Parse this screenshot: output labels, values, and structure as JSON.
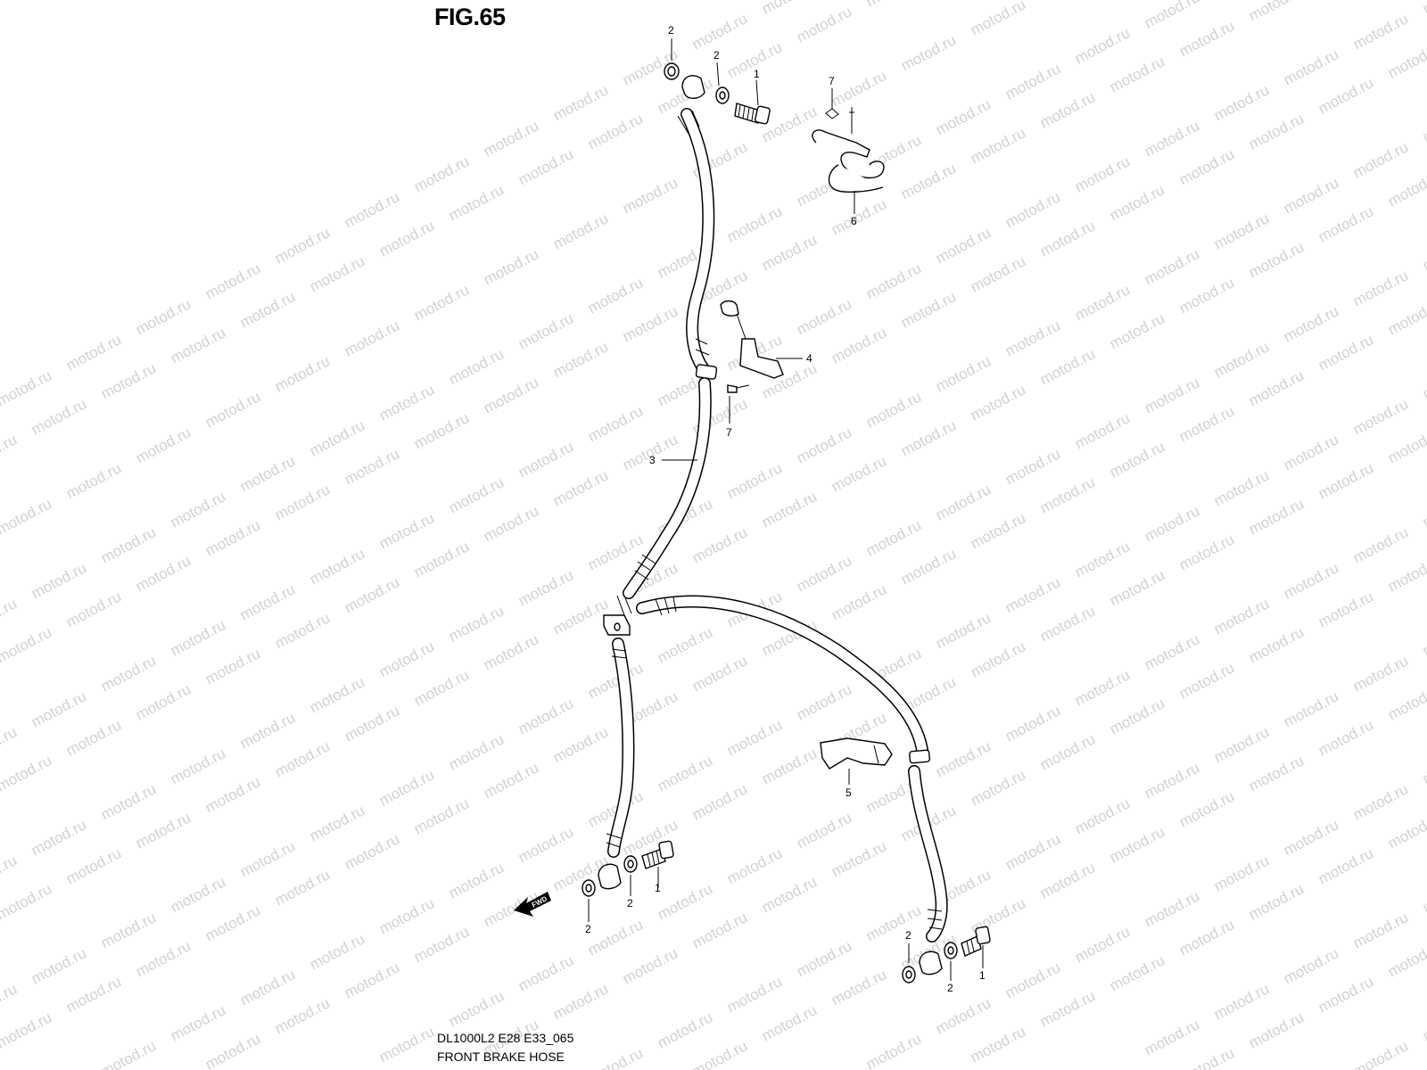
{
  "figure": {
    "title": "FIG.65",
    "drawing_code": "DL1000L2 E28 E33_065",
    "drawing_name": "FRONT BRAKE HOSE"
  },
  "watermark": {
    "text": "motod.ru",
    "color": "#d2d2d2"
  },
  "direction_arrow": {
    "label": "FWD"
  },
  "callouts": [
    {
      "id": "c-2a",
      "num": "2"
    },
    {
      "id": "c-2b",
      "num": "2"
    },
    {
      "id": "c-1a",
      "num": "1"
    },
    {
      "id": "c-7a",
      "num": "7"
    },
    {
      "id": "c-6",
      "num": "6"
    },
    {
      "id": "c-4",
      "num": "4"
    },
    {
      "id": "c-7b",
      "num": "7"
    },
    {
      "id": "c-3",
      "num": "3"
    },
    {
      "id": "c-5",
      "num": "5"
    },
    {
      "id": "c-2c",
      "num": "2"
    },
    {
      "id": "c-2d",
      "num": "2"
    },
    {
      "id": "c-1b",
      "num": "1"
    },
    {
      "id": "c-2e",
      "num": "2"
    },
    {
      "id": "c-2f",
      "num": "2"
    },
    {
      "id": "c-1c",
      "num": "1"
    }
  ]
}
